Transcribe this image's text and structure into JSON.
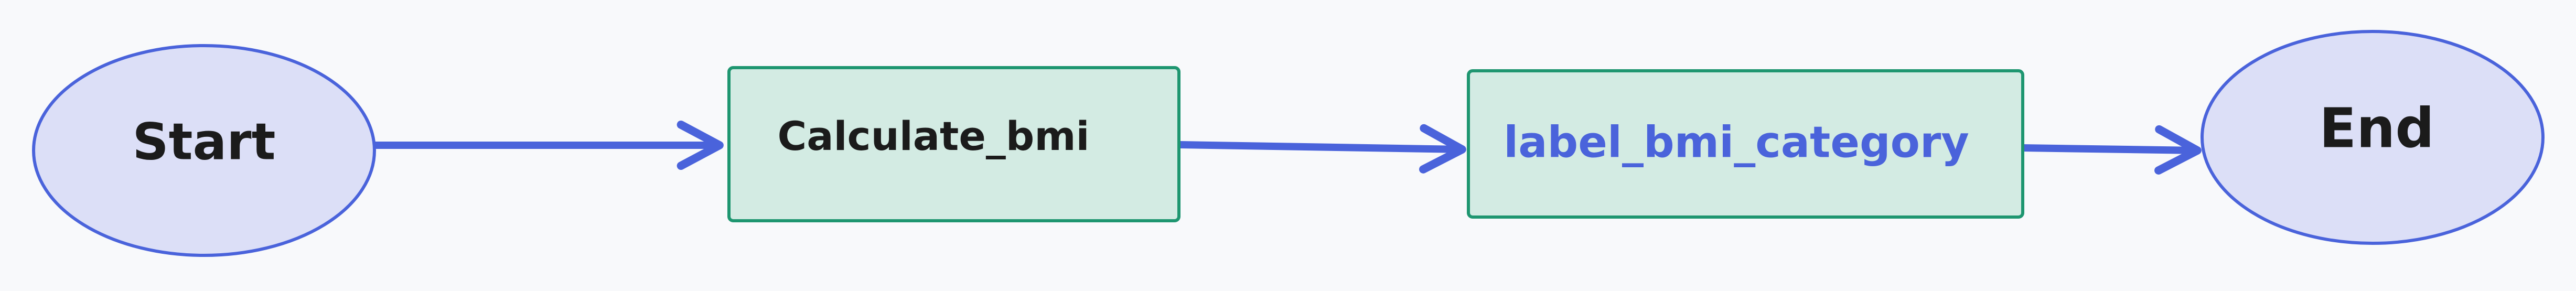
{
  "diagram": {
    "colors": {
      "background": "#f8f9fb",
      "terminal_fill": "#dcdff7",
      "terminal_stroke": "#4a63db",
      "process_fill": "#d3ebe3",
      "process_stroke": "#1e9670",
      "edge": "#4a63db",
      "text_dark": "#1b1b1b",
      "text_link": "#4a63db"
    },
    "nodes": {
      "start": {
        "label": "Start",
        "shape": "ellipse"
      },
      "calculate_bmi": {
        "label": "Calculate_bmi",
        "shape": "rectangle"
      },
      "label_bmi_category": {
        "label": "label_bmi_category",
        "shape": "rectangle"
      },
      "end": {
        "label": "End",
        "shape": "ellipse"
      }
    },
    "edges": [
      {
        "from": "start",
        "to": "calculate_bmi"
      },
      {
        "from": "calculate_bmi",
        "to": "label_bmi_category"
      },
      {
        "from": "label_bmi_category",
        "to": "end"
      }
    ]
  }
}
